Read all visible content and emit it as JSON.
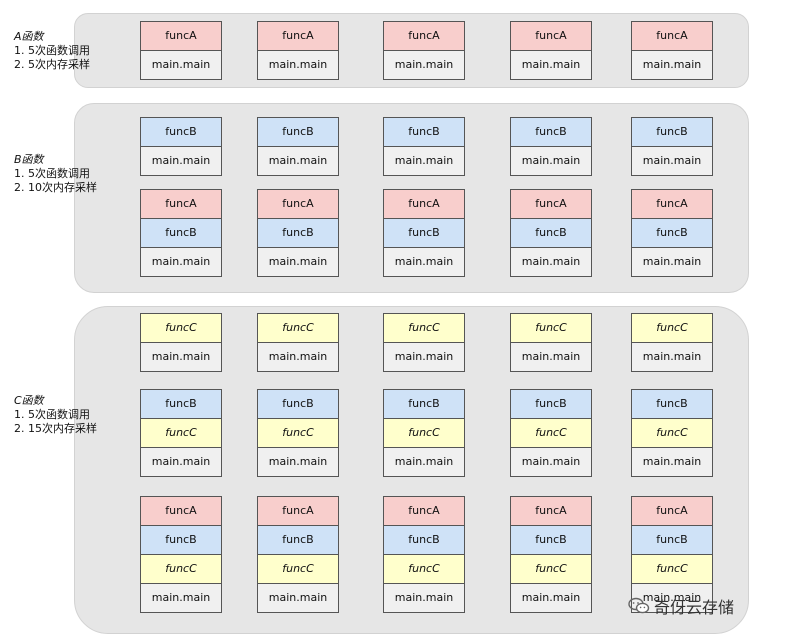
{
  "groups": [
    {
      "title": "A函数",
      "line1": "1. 5次函数调用",
      "line2": "2. 5次内存采样",
      "stacks": [
        [
          "funcA",
          "main.main"
        ]
      ]
    },
    {
      "title": "B函数",
      "line1": "1. 5次函数调用",
      "line2": "2. 10次内存采样",
      "stacks": [
        [
          "funcB",
          "main.main"
        ],
        [
          "funcA",
          "funcB",
          "main.main"
        ]
      ]
    },
    {
      "title": "C函数",
      "line1": "1. 5次函数调用",
      "line2": "2. 15次内存采样",
      "stacks": [
        [
          "funcC",
          "main.main"
        ],
        [
          "funcB",
          "funcC",
          "main.main"
        ],
        [
          "funcA",
          "funcB",
          "funcC",
          "main.main"
        ]
      ]
    }
  ],
  "columns_per_row": 5,
  "colors": {
    "funcA": "#f8cecc",
    "funcB": "#cfe2f7",
    "funcC": "#ffffcc",
    "main": "#f0f0f0",
    "panel": "#e6e6e6"
  },
  "watermark": {
    "text": "奇伢云存储",
    "icon": "wechat-icon"
  }
}
